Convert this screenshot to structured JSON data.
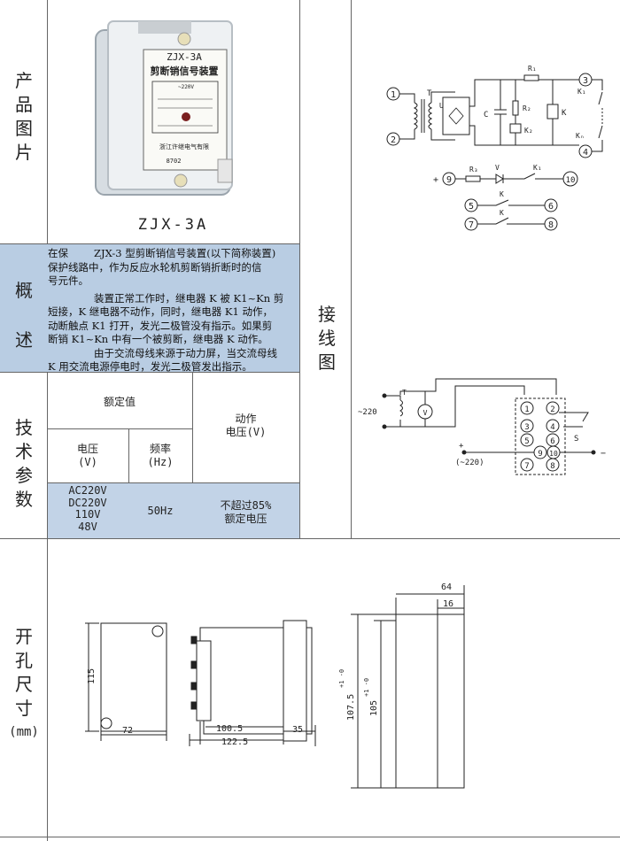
{
  "labels": {
    "product_image": "产品图片",
    "overview": "概述",
    "tech_params": "技术参数",
    "wiring": "接线图",
    "cutout_line1": "开孔尺寸",
    "cutout_line2": "(mm)"
  },
  "product": {
    "model": "ZJX-3A",
    "device_model_label": "ZJX-3A",
    "device_name": "剪断销信号装置",
    "device_voltage": "~220V",
    "device_maker": "浙江许继电气有限",
    "device_code": "8702"
  },
  "overview": {
    "p0": "在保",
    "p1a": "ZJX-3 型剪断销信号装置(以下简称装置)",
    "p1b": "保护线路中，作为反应水轮机剪断销折断时的信",
    "p1c": "号元件。",
    "p2a": "装置正常工作时，继电器 K 被 K1~Kn 剪",
    "p2b": "短接，K 继电器不动作，同时，继电器 K1 动作，",
    "p2c": "动断触点 K1 打开，发光二极管没有指示。如果剪",
    "p2d": "断销 K1~Kn 中有一个被剪断，继电器 K 动作。",
    "p3a": "由于交流母线来源于动力屏，当交流母线",
    "p3b": "K 用交流电源停电时，发光二极管发出指示。"
  },
  "tech": {
    "rated": "额定值",
    "voltage_head": "电压",
    "voltage_unit": "(V)",
    "freq_head": "频率",
    "freq_unit": "(Hz)",
    "action_head": "动作",
    "action_unit": "电压(V)",
    "voltages": [
      "AC220V",
      "DC220V",
      "110V",
      "48V"
    ],
    "frequency": "50Hz",
    "action_value_1": "不超过85%",
    "action_value_2": "额定电压"
  },
  "wiring": {
    "terminals": [
      "1",
      "2",
      "3",
      "4",
      "5",
      "6",
      "7",
      "8",
      "9",
      "10"
    ],
    "T": "T",
    "U": "U",
    "C": "C",
    "R1": "R₁",
    "R2": "R₂",
    "R3": "R₃",
    "K": "K",
    "K1": "K₁",
    "K2": "K₂",
    "Kn": "Kₙ",
    "V": "V",
    "plus": "+",
    "V_meter": "V",
    "ac220": "~220",
    "ac220_paren": "(~220)",
    "S": "S",
    "minus": "−"
  },
  "cutout": {
    "d64": "64",
    "d16": "16",
    "d115": "115",
    "d72": "72",
    "d100_5": "100.5",
    "d122_5": "122.5",
    "d35": "35",
    "d107_5": "107.5",
    "d107_5_tol": "+1 -0",
    "d105": "105",
    "d105_tol": "+1 -0"
  }
}
